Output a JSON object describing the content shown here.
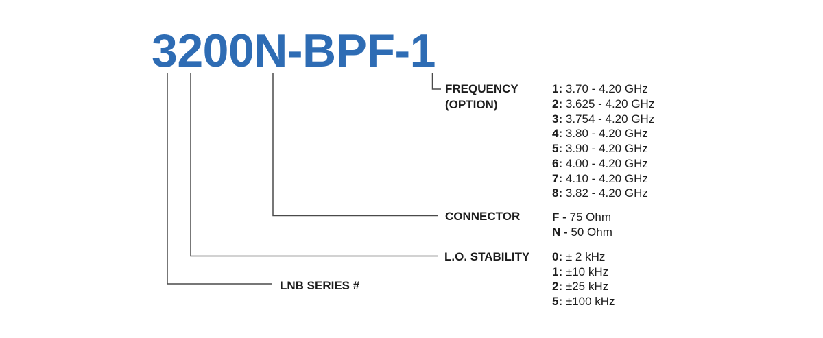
{
  "part_number": "3200N-BPF-1",
  "colors": {
    "title_blue": "#2e6cb4",
    "text_black": "#1d1d1d",
    "line_gray": "#4a4a4a",
    "background": "#ffffff"
  },
  "frequency": {
    "label_line1": "FREQUENCY",
    "label_line2": "(OPTION)",
    "options": [
      {
        "key": "1:",
        "value": "3.70 - 4.20 GHz"
      },
      {
        "key": "2:",
        "value": "3.625 - 4.20 GHz"
      },
      {
        "key": "3:",
        "value": "3.754 - 4.20 GHz"
      },
      {
        "key": "4:",
        "value": "3.80 - 4.20 GHz"
      },
      {
        "key": "5:",
        "value": "3.90 - 4.20 GHz"
      },
      {
        "key": "6:",
        "value": "4.00 - 4.20 GHz"
      },
      {
        "key": "7:",
        "value": "4.10 - 4.20 GHz"
      },
      {
        "key": "8:",
        "value": "3.82 - 4.20 GHz"
      }
    ]
  },
  "connector": {
    "label": "CONNECTOR",
    "options": [
      {
        "key": "F -",
        "value": "75 Ohm"
      },
      {
        "key": "N -",
        "value": "50 Ohm"
      }
    ]
  },
  "lo_stability": {
    "label": "L.O. STABILITY",
    "options": [
      {
        "key": "0:",
        "value": "± 2 kHz"
      },
      {
        "key": "1:",
        "value": "±10 kHz"
      },
      {
        "key": "2:",
        "value": "±25 kHz"
      },
      {
        "key": "5:",
        "value": "±100 kHz"
      }
    ]
  },
  "lnb_series": {
    "label": "LNB SERIES #"
  }
}
